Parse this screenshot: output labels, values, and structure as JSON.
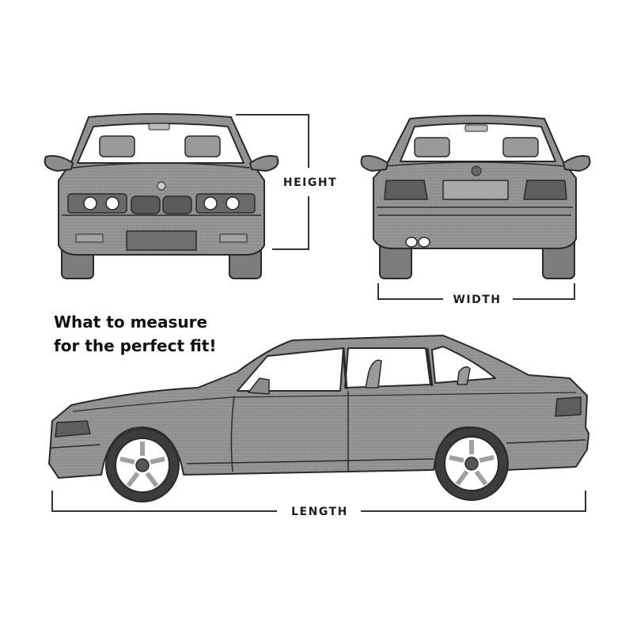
{
  "diagram": {
    "heading": {
      "line1": "What to measure",
      "line2": "for the perfect fit!"
    },
    "dimensions": {
      "height": "HEIGHT",
      "width": "WIDTH",
      "length": "LENGTH"
    },
    "views": [
      "front-view",
      "rear-view",
      "side-view"
    ],
    "colors": {
      "body": "#8f8f8f",
      "outline": "#2a2a2a",
      "glass": "#ffffff",
      "dark": "#555555",
      "line": "#333333"
    }
  }
}
